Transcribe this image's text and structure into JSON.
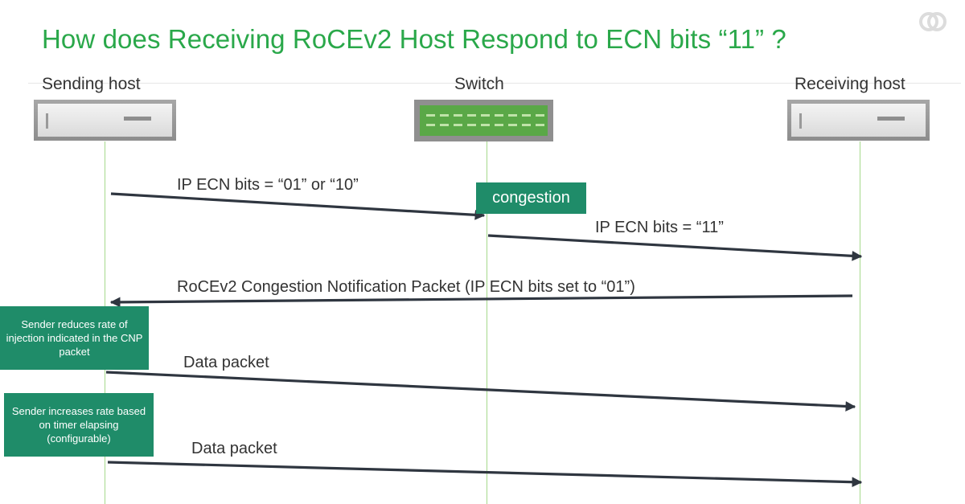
{
  "title": "How does Receiving RoCEv2 Host Respond to ECN bits “11” ?",
  "actors": {
    "sender": "Sending host",
    "switch": "Switch",
    "receiver": "Receiving host"
  },
  "congestion_label": "congestion",
  "messages": [
    {
      "label": "IP ECN bits = “01” or “10”",
      "from": "sender",
      "to": "switch"
    },
    {
      "label": "IP ECN bits = “11”",
      "from": "switch",
      "to": "receiver"
    },
    {
      "label": "RoCEv2 Congestion Notification Packet  (IP ECN bits set to “01”)",
      "from": "receiver",
      "to": "sender"
    },
    {
      "label": "Data packet",
      "from": "sender",
      "to": "receiver"
    },
    {
      "label": "Data packet",
      "from": "sender",
      "to": "receiver"
    }
  ],
  "notes": [
    "Sender reduces rate of injection indicated in the CNP packet",
    "Sender increases rate based on timer elapsing (configurable)"
  ],
  "colors": {
    "title": "#2aa84a",
    "callout": "#1f8c69",
    "arrow": "#2f3640",
    "lifeline": "#a6d98c",
    "switch": "#5aa847"
  },
  "icons": {
    "brand": "interlocking-rings-logo-icon",
    "host": "server-host-icon",
    "switch": "network-switch-icon"
  }
}
